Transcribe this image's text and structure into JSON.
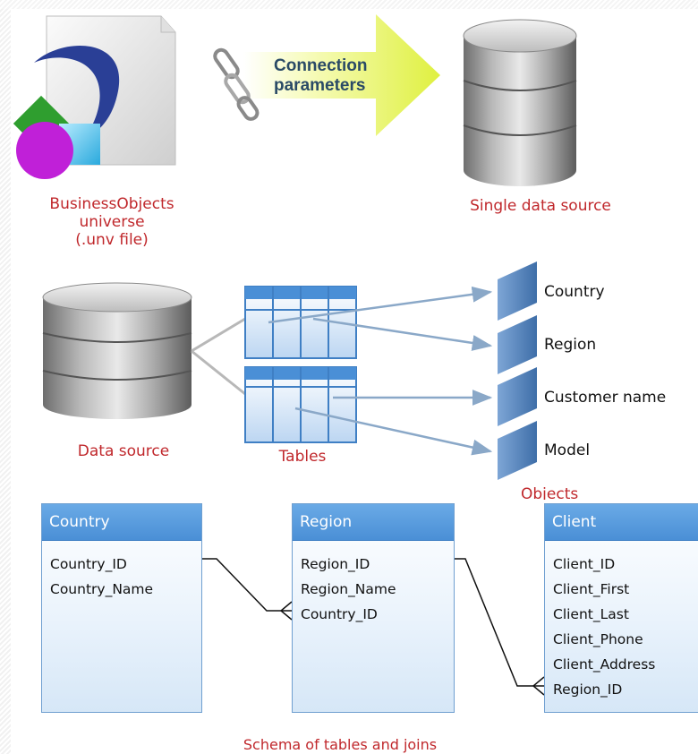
{
  "top": {
    "universe_label": [
      "BusinessObjects",
      "universe",
      "(.unv file)"
    ],
    "connection_label": [
      "Connection",
      "parameters"
    ],
    "single_source_label": "Single data source"
  },
  "middle": {
    "data_source_label": "Data source",
    "tables_label": "Tables",
    "objects_label": "Objects",
    "objects": [
      "Country",
      "Region",
      "Customer name",
      "Model"
    ]
  },
  "schema": {
    "caption": "Schema of tables and joins",
    "tables": [
      {
        "name": "Country",
        "fields": [
          "Country_ID",
          "Country_Name"
        ]
      },
      {
        "name": "Region",
        "fields": [
          "Region_ID",
          "Region_Name",
          "Country_ID"
        ]
      },
      {
        "name": "Client",
        "fields": [
          "Client_ID",
          "Client_First",
          "Client_Last",
          "Client_Phone",
          "Client_Address",
          "Region_ID"
        ]
      }
    ]
  },
  "colors": {
    "label_red": "#c0282c",
    "table_header_blue": "#4a8fd6",
    "arrow_yellow": "#e6f25a",
    "object_blue": "#5a86b8"
  }
}
